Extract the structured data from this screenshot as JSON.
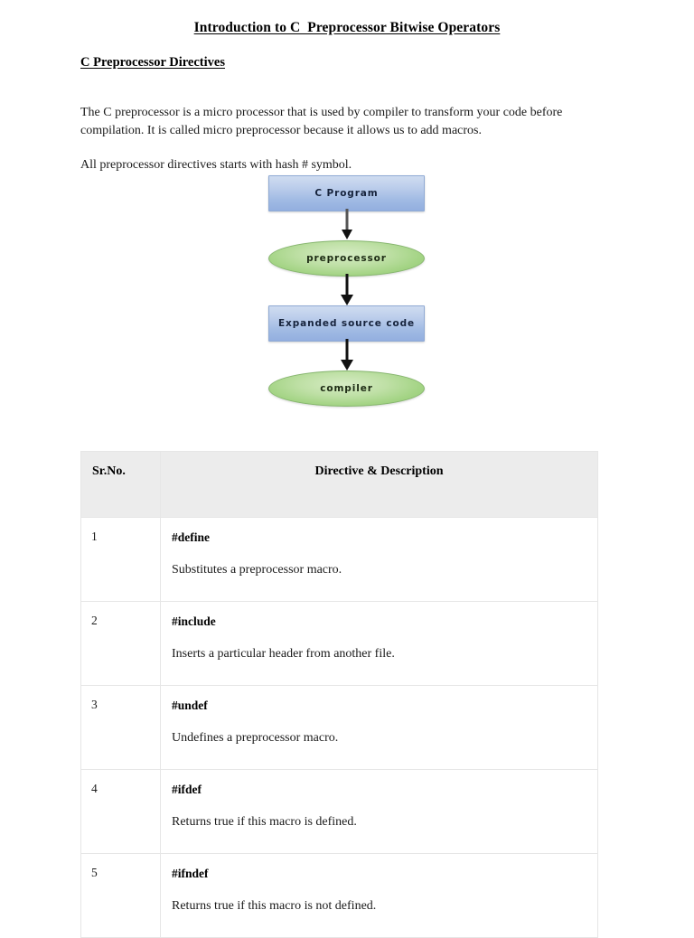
{
  "document": {
    "title": "Introduction to C  Preprocessor Bitwise Operators",
    "section_heading": "C Preprocessor Directives",
    "paragraphs": [
      "The C preprocessor is a micro processor that is used by compiler to transform your code before compilation. It is called micro preprocessor because it allows us to add macros.",
      "All preprocessor directives starts with hash # symbol."
    ]
  },
  "flowchart": {
    "nodes": [
      {
        "label": "C Program",
        "shape": "rectangle",
        "fill": "#aac4e8",
        "border": "#8faad4"
      },
      {
        "label": "preprocessor",
        "shape": "ellipse",
        "fill": "#a9d78c",
        "border": "#86b56e"
      },
      {
        "label": "Expanded source code",
        "shape": "rectangle",
        "fill": "#aac4e8",
        "border": "#8faad4"
      },
      {
        "label": "compiler",
        "shape": "ellipse",
        "fill": "#a9d78c",
        "border": "#86b56e"
      }
    ],
    "arrows": [
      {
        "from": "C Program",
        "to": "preprocessor",
        "color": "#333333"
      },
      {
        "from": "preprocessor",
        "to": "Expanded source code",
        "color": "#111111"
      },
      {
        "from": "Expanded source code",
        "to": "compiler",
        "color": "#111111"
      }
    ]
  },
  "table": {
    "header_background": "#ececec",
    "border_color": "#e6e6e6",
    "columns": [
      "Sr.No.",
      "Directive & Description"
    ],
    "rows": [
      {
        "sr": "1",
        "directive": "#define",
        "description": "Substitutes a preprocessor macro."
      },
      {
        "sr": "2",
        "directive": "#include",
        "description": "Inserts a particular header from another file."
      },
      {
        "sr": "3",
        "directive": "#undef",
        "description": "Undefines a preprocessor macro."
      },
      {
        "sr": "4",
        "directive": "#ifdef",
        "description": "Returns true if this macro is defined."
      },
      {
        "sr": "5",
        "directive": "#ifndef",
        "description": "Returns true if this macro is not defined."
      }
    ]
  }
}
